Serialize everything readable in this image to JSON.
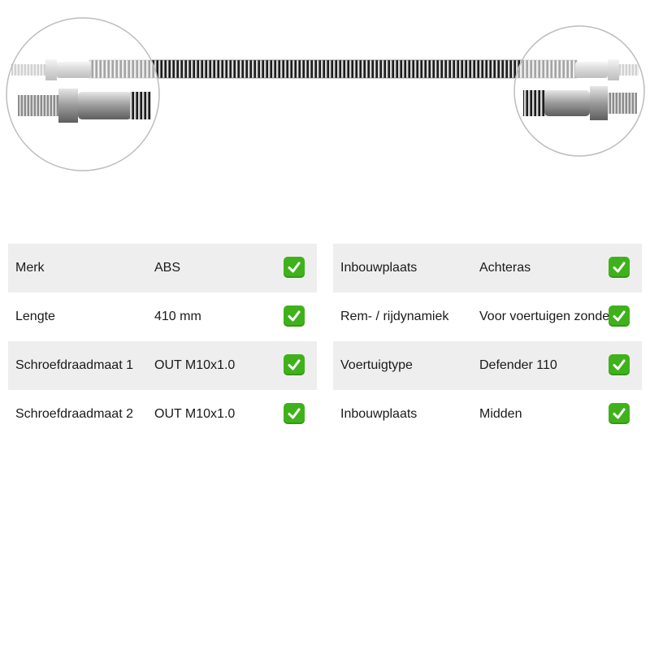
{
  "colors": {
    "row_shade": "#eeeeee",
    "check_green": "#3fb21b",
    "hose_dark": "#222222",
    "metal": "#a9a9a9"
  },
  "product_image": {
    "icon": "brake-hose-image"
  },
  "specs_left": [
    {
      "label": "Merk",
      "value": "ABS",
      "icon": "check-mark-icon"
    },
    {
      "label": "Lengte",
      "value": "410 mm",
      "icon": "check-mark-icon"
    },
    {
      "label": "Schroefdraadmaat 1",
      "value": "OUT M10x1.0",
      "icon": "check-mark-icon"
    },
    {
      "label": "Schroefdraadmaat 2",
      "value": "OUT M10x1.0",
      "icon": "check-mark-icon"
    }
  ],
  "specs_right": [
    {
      "label": "Inbouwplaats",
      "value": "Achteras",
      "icon": "check-mark-icon"
    },
    {
      "label": "Rem- / rijdynamiek",
      "value": "Voor voertuigen zonder ABS",
      "icon": "check-mark-icon"
    },
    {
      "label": "Voertuigtype",
      "value": "Defender 110",
      "icon": "check-mark-icon"
    },
    {
      "label": "Inbouwplaats",
      "value": "Midden",
      "icon": "check-mark-icon"
    }
  ]
}
